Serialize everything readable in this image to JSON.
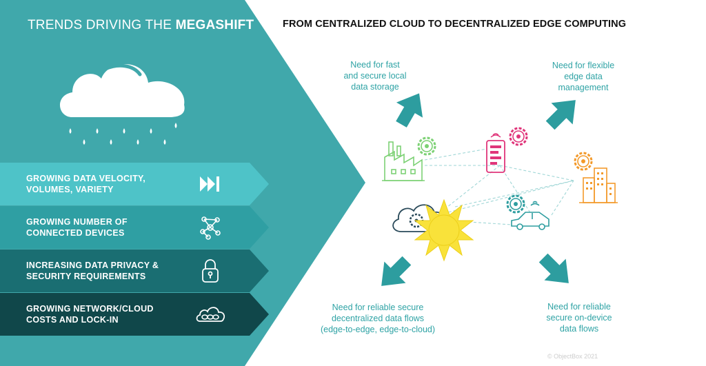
{
  "left_panel": {
    "title_prefix": "TRENDS DRIVING THE ",
    "title_emphasis": "MEGASHIFT",
    "trends": [
      {
        "line1": "GROWING DATA VELOCITY,",
        "line2": "VOLUMES, VARIETY",
        "icon": "fast-forward-icon",
        "color": "#4ec3c8"
      },
      {
        "line1": "GROWING NUMBER OF",
        "line2": "CONNECTED DEVICES",
        "icon": "network-nodes-icon",
        "color": "#2f9fa3"
      },
      {
        "line1": "INCREASING DATA PRIVACY &",
        "line2": "SECURITY REQUIREMENTS",
        "icon": "padlock-icon",
        "color": "#1a6e72"
      },
      {
        "line1": "GROWING NETWORK/CLOUD",
        "line2": "COSTS AND LOCK-IN",
        "icon": "cloud-chain-icon",
        "color": "#10474a"
      }
    ]
  },
  "main_title": "FROM CENTRALIZED CLOUD TO DECENTRALIZED EDGE COMPUTING",
  "needs": {
    "storage": [
      "Need for fast",
      "and secure local",
      "data storage"
    ],
    "management": [
      "Need for flexible",
      "edge data",
      "management"
    ],
    "flows": [
      "Need for reliable secure",
      "decentralized data flows",
      "(edge-to-edge, edge-to-cloud)"
    ],
    "on_device": [
      "Need for reliable",
      "secure on-device",
      "data flows"
    ]
  },
  "copyright": "© ObjectBox 2021",
  "colors": {
    "teal_light": "#4ec3c8",
    "teal": "#40a8ab",
    "teal_dark": "#10474a",
    "green": "#7cd174",
    "magenta": "#e0357a",
    "orange": "#f39a2b",
    "yellow": "#f9e23a"
  }
}
